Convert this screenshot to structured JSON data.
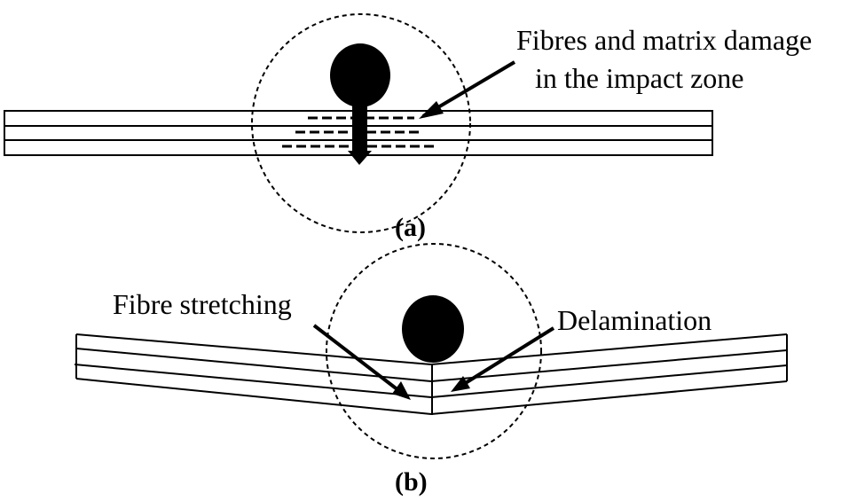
{
  "panel_a": {
    "caption": "(a)",
    "annotation_line1": "Fibres and matrix damage",
    "annotation_line2": "in the impact zone"
  },
  "panel_b": {
    "caption": "(b)",
    "label_left": "Fibre stretching",
    "label_right": "Delamination"
  },
  "colors": {
    "ink": "#000000",
    "background": "#ffffff"
  }
}
